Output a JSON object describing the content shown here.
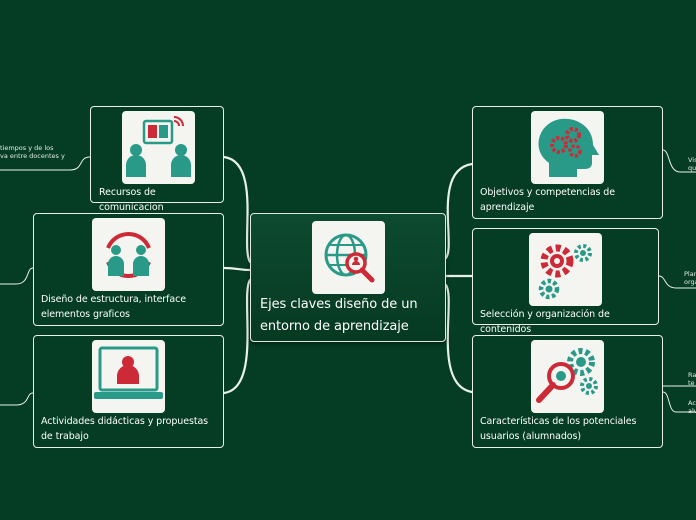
{
  "center": {
    "title": "Ejes claves diseño de un entorno de aprendizaje",
    "icon": "globe-magnifier-icon"
  },
  "left": [
    {
      "label": "Recursos de comunicacion",
      "icon": "video-conference-icon",
      "sub": [
        "tiempos y de los",
        "va entre docentes y"
      ]
    },
    {
      "label": "Diseño de estructura, interface elementos graficos",
      "icon": "people-exchange-icon"
    },
    {
      "label": "Actividades didácticas y propuestas de trabajo",
      "icon": "online-presenter-icon"
    }
  ],
  "right": [
    {
      "label": "Objetivos y competencias de aprendizaje",
      "icon": "head-gears-icon",
      "sub": [
        "Vis",
        "qu"
      ]
    },
    {
      "label": "Selección y organización de contenidos",
      "icon": "gears-icon",
      "sub": [
        "Plan",
        "orga"
      ]
    },
    {
      "label": "Características de los potenciales usuarios (alumnados)",
      "icon": "magnifier-gears-icon",
      "sub": [
        "Ra",
        "te",
        "Ac",
        "alu"
      ]
    }
  ],
  "colors": {
    "background": "#043d23",
    "accent_red": "#cc2a36",
    "accent_teal": "#2a9a88",
    "tile": "#f4f4f1"
  }
}
